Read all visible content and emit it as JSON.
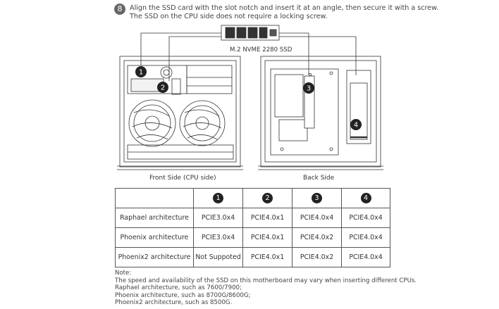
{
  "step": {
    "number": "8",
    "line1": "Align the SSD card with the slot notch and insert it at an angle, then secure it with a screw.",
    "line2": "The SSD on the CPU side does not require a locking screw."
  },
  "ssd": {
    "label": "M.2 NVME 2280 SSD"
  },
  "diagram": {
    "front_caption": "Front  Side (CPU side)",
    "back_caption": "Back Side",
    "markers": [
      "1",
      "2",
      "3",
      "4"
    ]
  },
  "table": {
    "header": [
      "",
      "1",
      "2",
      "3",
      "4"
    ],
    "rows": [
      [
        "Raphael architecture",
        "PCIE3.0x4",
        "PCIE4.0x1",
        "PCIE4.0x4",
        "PCIE4.0x4"
      ],
      [
        "Phoenix architecture",
        "PCIE3.0x4",
        "PCIE4.0x1",
        "PCIE4.0x2",
        "PCIE4.0x4"
      ],
      [
        "Phoenix2 architecture",
        "Not Suppoted",
        "PCIE4.0x1",
        "PCIE4.0x2",
        "PCIE4.0x4"
      ]
    ]
  },
  "note": {
    "title": "Note:",
    "lines": [
      "The speed and availability of the SSD on this motherboard may vary when inserting different CPUs.",
      "Raphael architecture, such as 7600/7900;",
      "Phoenix architecture, such as 8700G/8600G;",
      "Phoenix2 architecture, such as 8500G."
    ]
  }
}
